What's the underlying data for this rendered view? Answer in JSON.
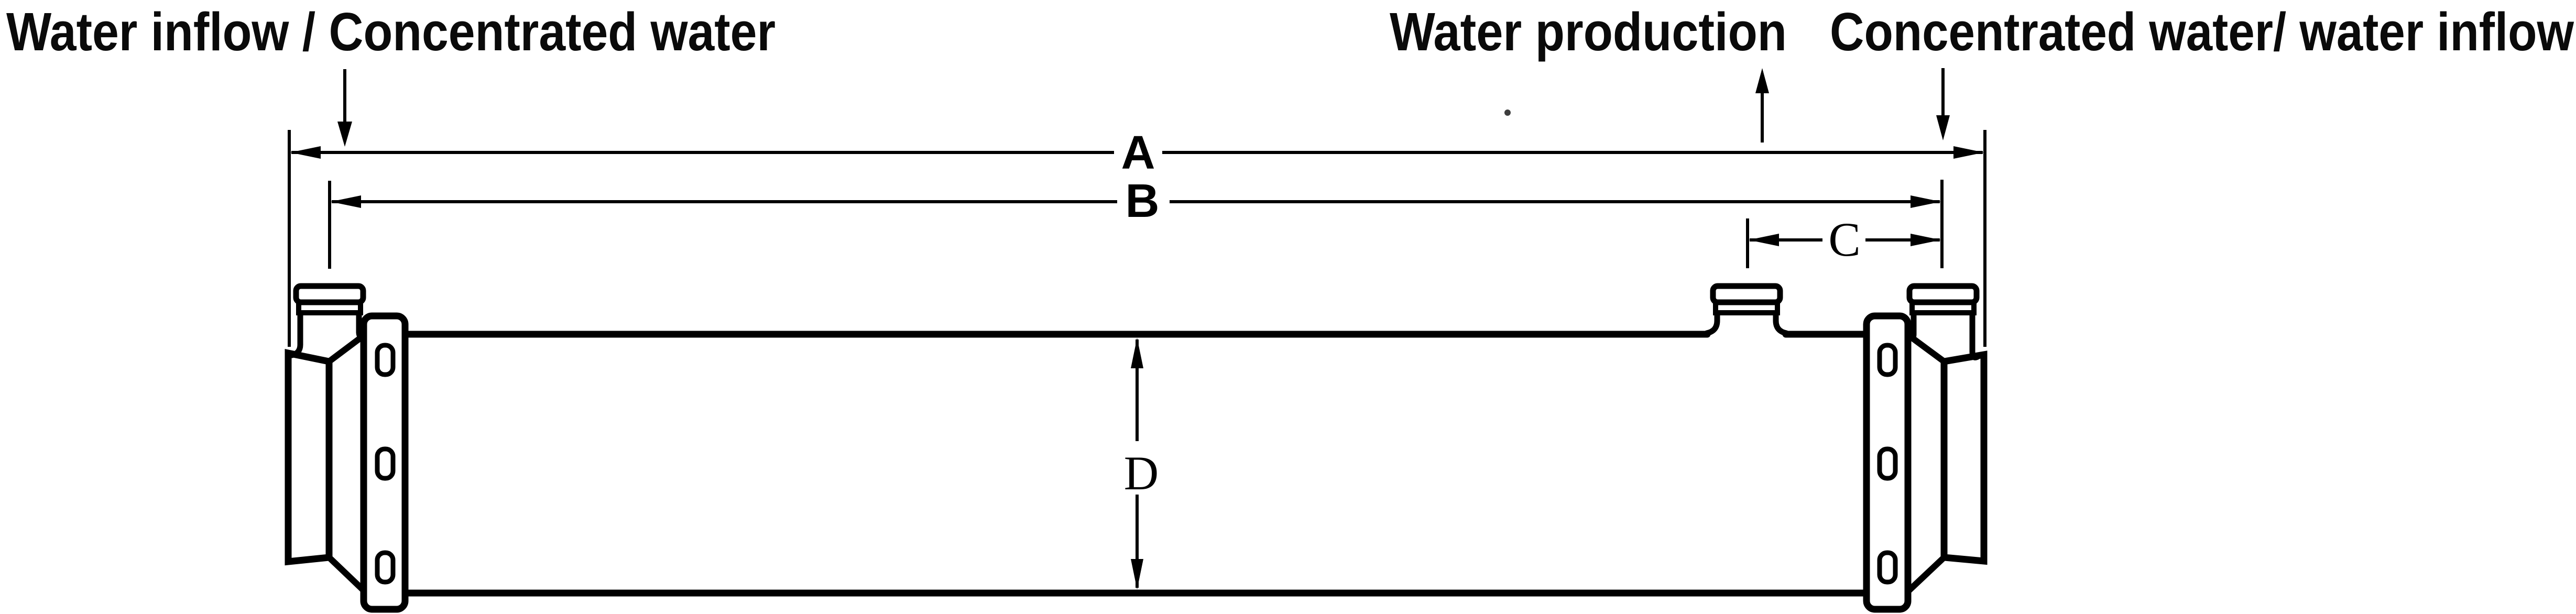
{
  "diagram": {
    "type": "technical-drawing",
    "subject": "membrane-module-side-view",
    "colors": {
      "ink": "#000000",
      "background": "#ffffff"
    },
    "port_labels": {
      "left": "Water inflow / Concentrated water",
      "top_right": "Water production",
      "right": "Concentrated water/ water inflow"
    },
    "dimensions": {
      "a": "A",
      "b": "B",
      "c": "C",
      "d": "D"
    }
  }
}
